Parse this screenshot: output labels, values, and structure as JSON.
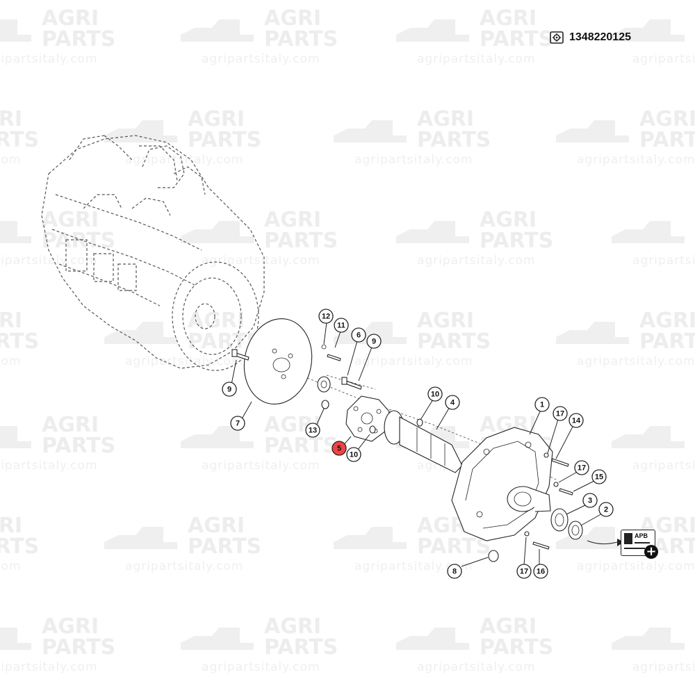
{
  "header": {
    "part_number": "1348220125",
    "part_icon": "gear-box-icon"
  },
  "watermark": {
    "line1": "AGRI",
    "line2": "PARTS",
    "url": "agripartsitaly.com"
  },
  "diagram": {
    "highlight_color": "#ef4444",
    "callouts": [
      {
        "label": "12",
        "highlighted": false
      },
      {
        "label": "11",
        "highlighted": false
      },
      {
        "label": "6",
        "highlighted": false
      },
      {
        "label": "9",
        "highlighted": false
      },
      {
        "label": "9",
        "highlighted": false
      },
      {
        "label": "7",
        "highlighted": false
      },
      {
        "label": "13",
        "highlighted": false
      },
      {
        "label": "5",
        "highlighted": true
      },
      {
        "label": "10",
        "highlighted": false
      },
      {
        "label": "10",
        "highlighted": false
      },
      {
        "label": "4",
        "highlighted": false
      },
      {
        "label": "1",
        "highlighted": false
      },
      {
        "label": "17",
        "highlighted": false
      },
      {
        "label": "14",
        "highlighted": false
      },
      {
        "label": "17",
        "highlighted": false
      },
      {
        "label": "15",
        "highlighted": false
      },
      {
        "label": "3",
        "highlighted": false
      },
      {
        "label": "2",
        "highlighted": false
      },
      {
        "label": "8",
        "highlighted": false
      },
      {
        "label": "17",
        "highlighted": false
      },
      {
        "label": "16",
        "highlighted": false
      }
    ]
  },
  "add_to_list": {
    "badge_text": "APB",
    "icon": "add-plus-icon"
  }
}
